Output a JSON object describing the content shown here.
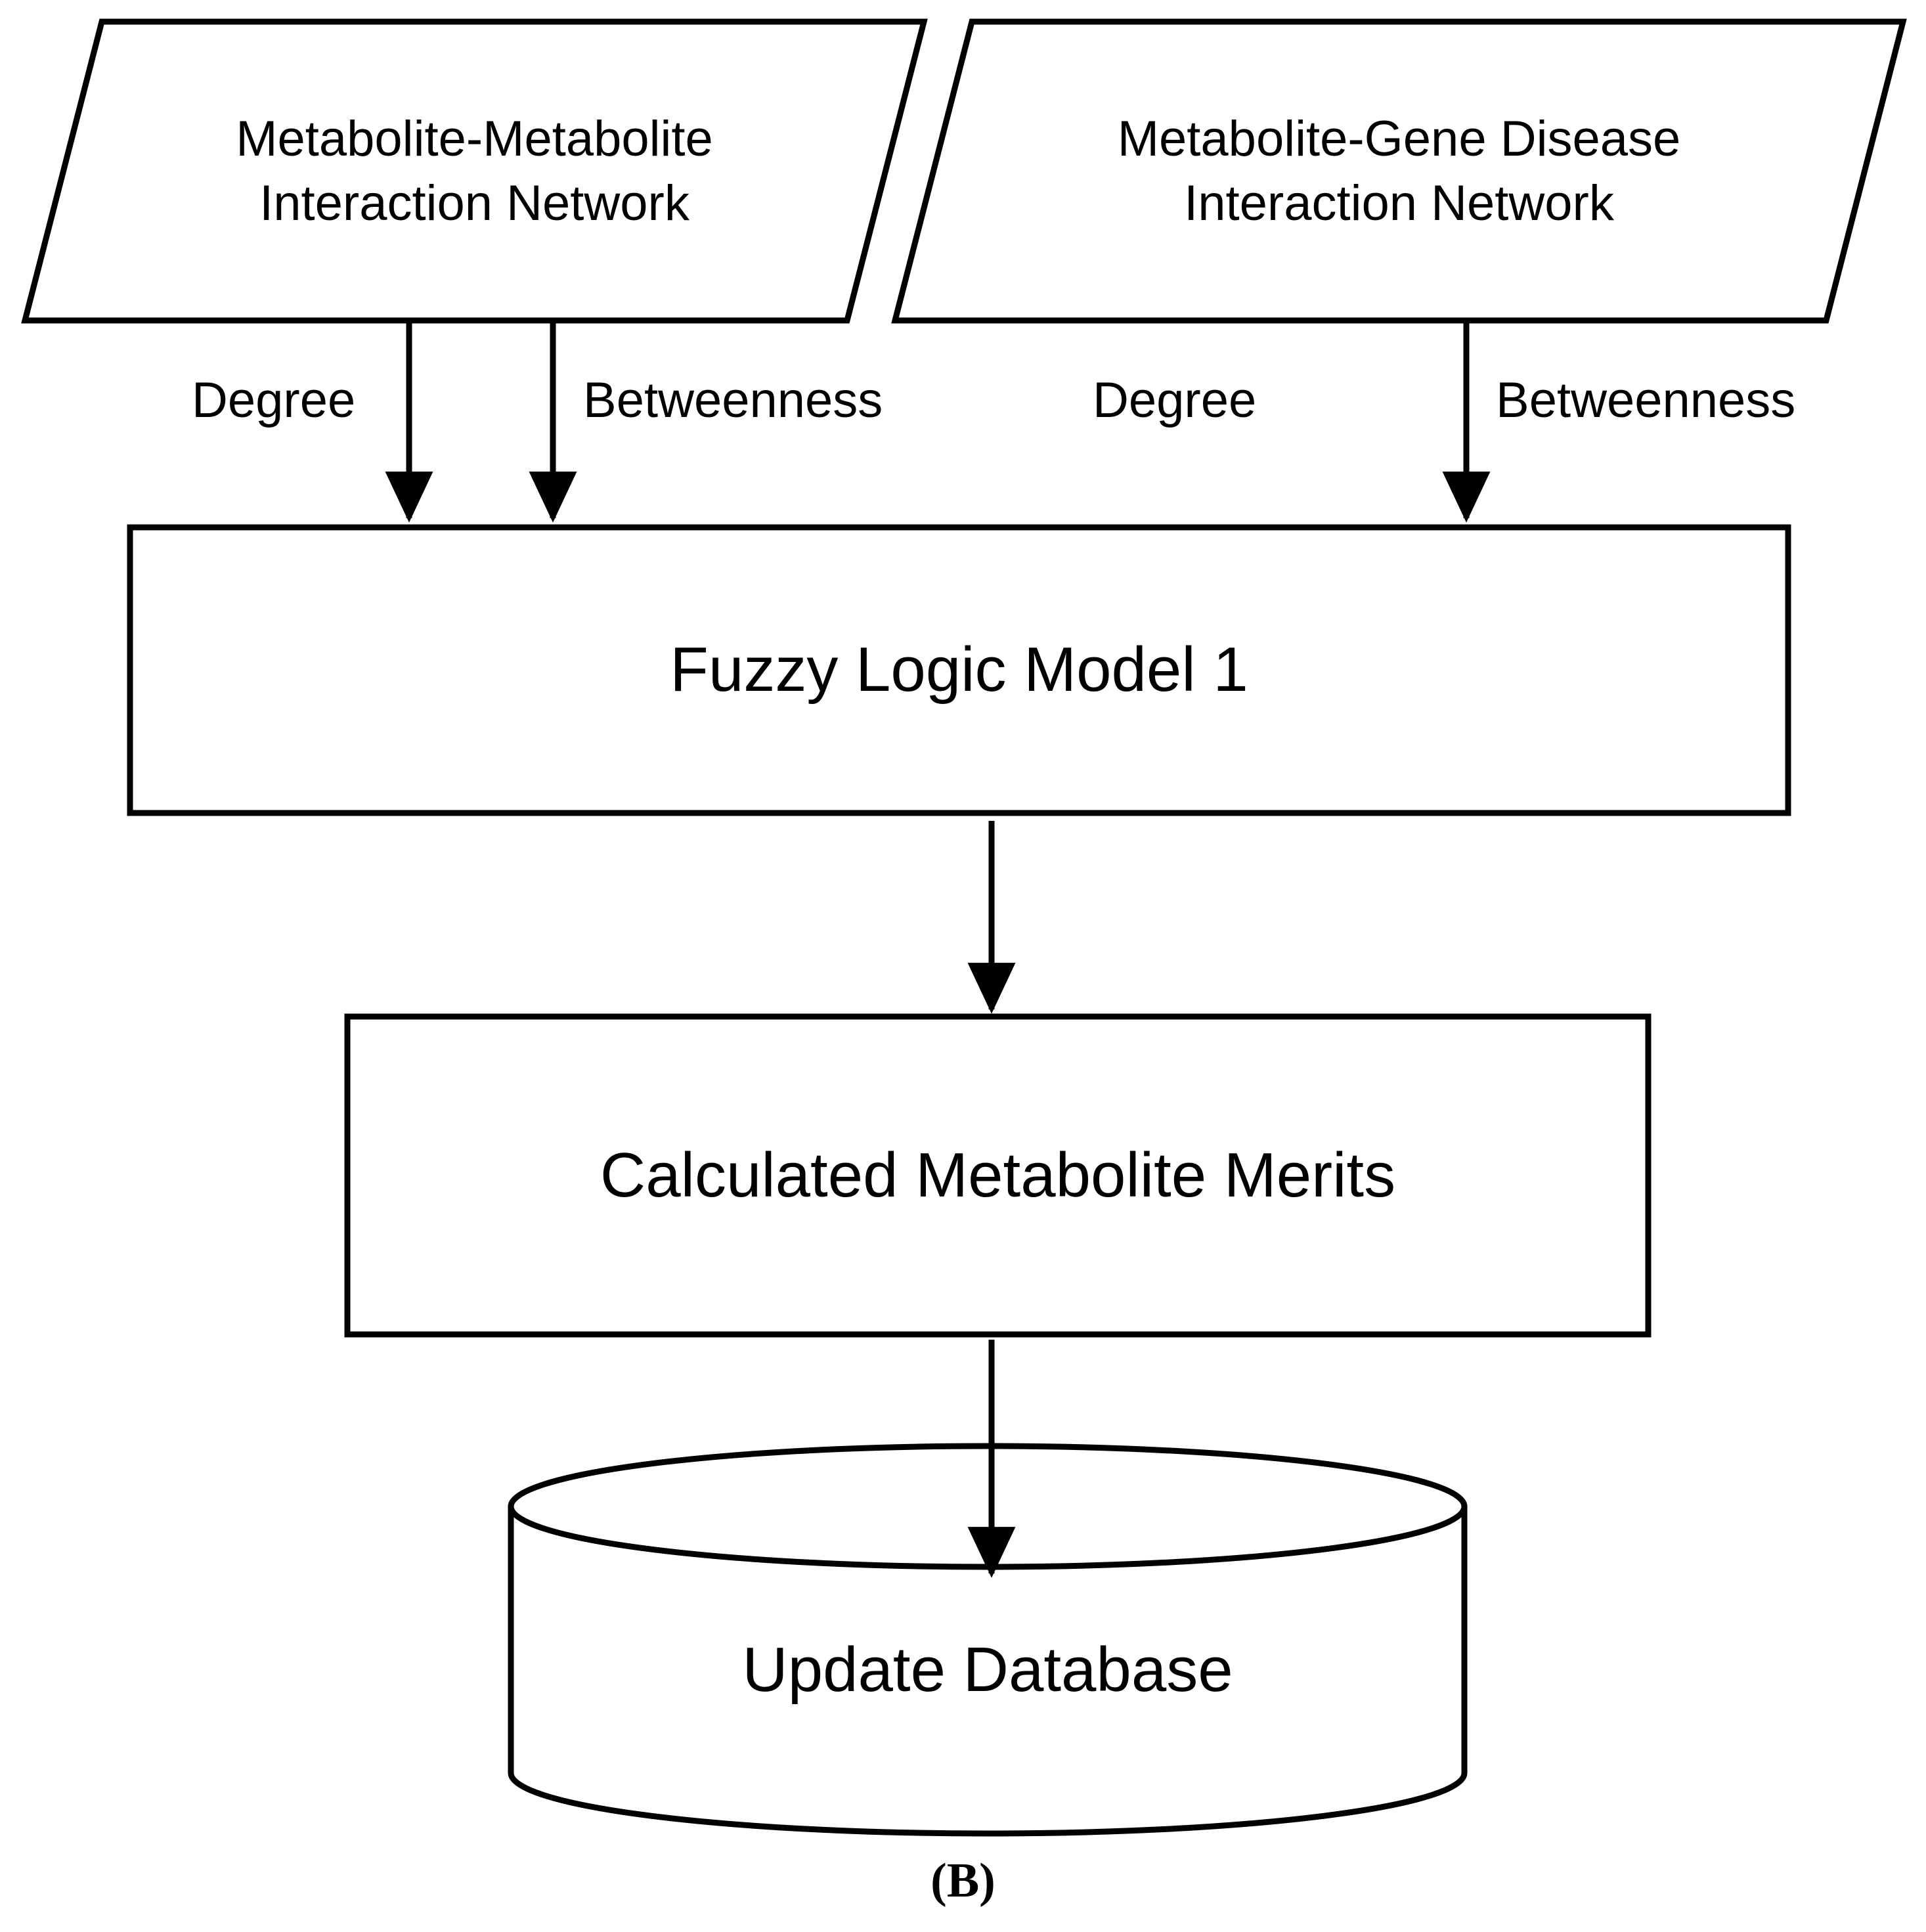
{
  "figure": {
    "caption": "(B)",
    "background_color": "#ffffff",
    "stroke_color": "#000000"
  },
  "nodes": {
    "source_metabolite_metabolite": {
      "shape": "parallelogram",
      "label": "Metabolite-Metabolite\nInteraction Network"
    },
    "source_metabolite_gene_disease": {
      "shape": "parallelogram",
      "label": "Metabolite-Gene Disease\nInteraction Network"
    },
    "process_fuzzy_logic_model": {
      "shape": "rectangle",
      "label": "Fuzzy Logic Model 1"
    },
    "output_calculated_merits": {
      "shape": "rectangle",
      "label": "Calculated Metabolite Merits"
    },
    "datastore_update_database": {
      "shape": "cylinder",
      "label": "Update Database"
    }
  },
  "edges": [
    {
      "id": "edge-mm-degree",
      "label": "Degree",
      "from": "source_metabolite_metabolite",
      "to": "process_fuzzy_logic_model",
      "arrow": true
    },
    {
      "id": "edge-mm-betweenness",
      "label": "Betweenness",
      "from": "source_metabolite_metabolite",
      "to": "process_fuzzy_logic_model",
      "arrow": true
    },
    {
      "id": "edge-mgd-degree",
      "label": "Degree",
      "from": "source_metabolite_gene_disease",
      "to": "process_fuzzy_logic_model",
      "arrow": false
    },
    {
      "id": "edge-mgd-betweenness",
      "label": "Betweenness",
      "from": "source_metabolite_gene_disease",
      "to": "process_fuzzy_logic_model",
      "arrow": true
    },
    {
      "id": "edge-fuzzy-to-merits",
      "label": "",
      "from": "process_fuzzy_logic_model",
      "to": "output_calculated_merits",
      "arrow": true
    },
    {
      "id": "edge-merits-to-database",
      "label": "",
      "from": "output_calculated_merits",
      "to": "datastore_update_database",
      "arrow": true
    }
  ]
}
